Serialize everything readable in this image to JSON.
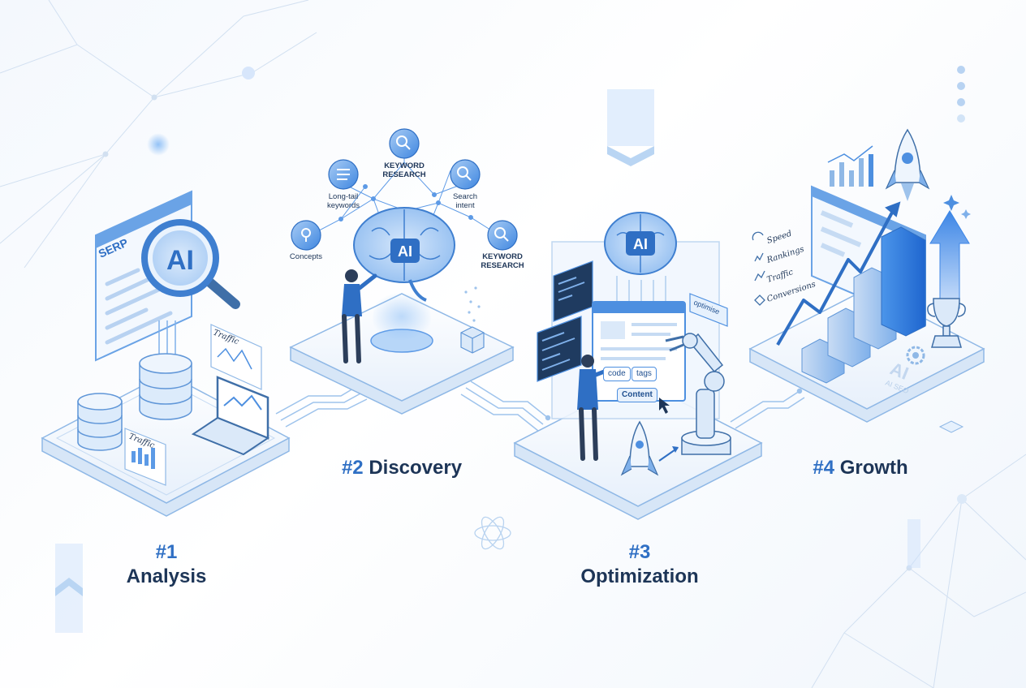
{
  "stages": [
    {
      "number": "#1",
      "name": "Analysis"
    },
    {
      "number": "#2",
      "name": "Discovery"
    },
    {
      "number": "#3",
      "name": "Optimization"
    },
    {
      "number": "#4",
      "name": "Growth"
    }
  ],
  "analysis": {
    "serp_label": "SERP",
    "ai_label": "AI",
    "traffic_card_1": "Traffic",
    "traffic_card_2": "Traffic"
  },
  "discovery": {
    "ai_label": "AI",
    "nodes": {
      "keyword_top": "KEYWORD\nRESEARCH",
      "long_tail": "Long-tail\nkeywords",
      "search_intent": "Search\nintent",
      "concepts": "Concepts",
      "keyword_right": "KEYWORD\nRESEARCH"
    }
  },
  "optimization": {
    "ai_label": "AI",
    "optimise_tag": "optimise",
    "chip_code": "code",
    "chip_tags": "tags",
    "chip_content": "Content"
  },
  "growth": {
    "metrics": [
      "Speed",
      "Rankings",
      "Traffic",
      "Conversions"
    ],
    "ai_label": "AI",
    "ai_seo_label": "AI SEO"
  },
  "colors": {
    "accent": "#2f6fc4",
    "dark_text": "#1d3557",
    "light_blue": "#dbe9f9",
    "outline": "#4d8fe0"
  }
}
